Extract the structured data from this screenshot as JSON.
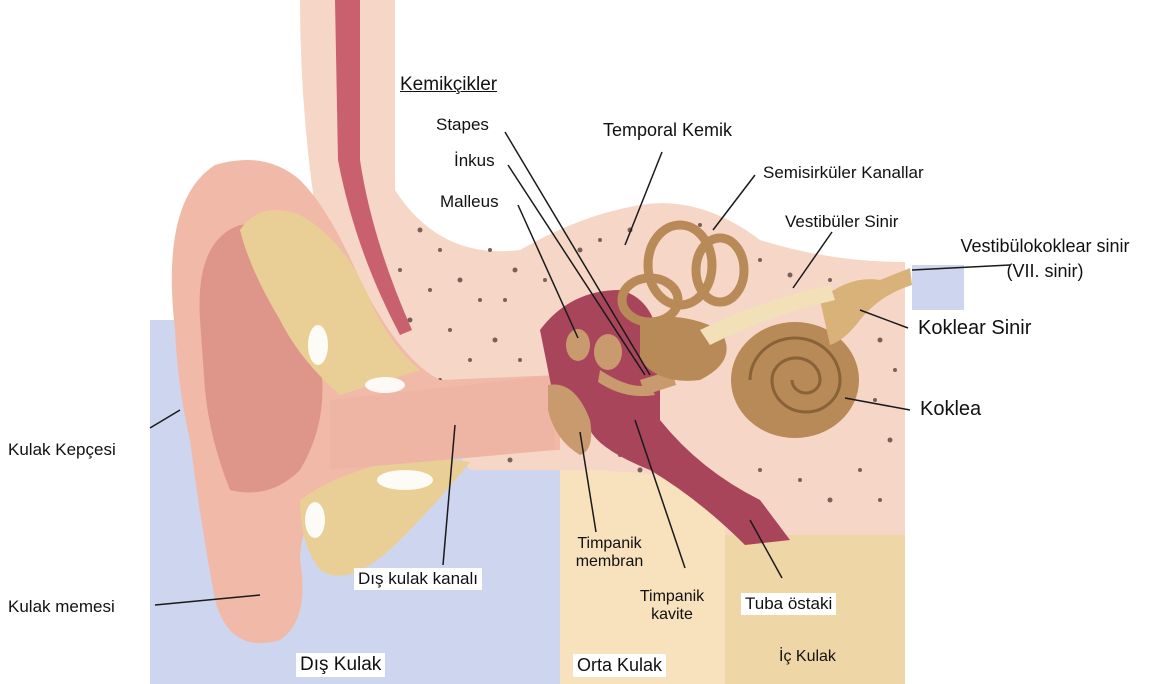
{
  "labels": {
    "kemikcikler": "Kemikçikler",
    "stapes": "Stapes",
    "inkus": "İnkus",
    "malleus": "Malleus",
    "temporal_kemik": "Temporal Kemik",
    "semisirkuler": "Semisirküler Kanallar",
    "vestibuler_sinir": "Vestibüler Sinir",
    "vestibulokoklear_1": "Vestibülokoklear sinir",
    "vestibulokoklear_2": "(VII. sinir)",
    "koklear_sinir": "Koklear Sinir",
    "koklea": "Koklea",
    "kulak_kepcesi": "Kulak Kepçesi",
    "kulak_memesi": "Kulak memesi",
    "dis_kulak_kanali": "Dış kulak kanalı",
    "timpanik_membran_1": "Timpanik",
    "timpanik_membran_2": "membran",
    "timpanik_kavite_1": "Timpanik",
    "timpanik_kavite_2": "kavite",
    "tuba_ostaki": "Tuba östaki",
    "dis_kulak": "Dış Kulak",
    "orta_kulak": "Orta Kulak",
    "ic_kulak": "İç Kulak"
  },
  "colors": {
    "outer_region": "#cdd6ee",
    "middle_region": "#f7e2bd",
    "inner_region": "#efd6a6",
    "skin": "#f1b9a8",
    "skin_dark": "#d88b80",
    "bone": "#f6d6c6",
    "cartilage": "#e9cf95",
    "ossicle": "#c89a6e",
    "cochlea": "#b88a58",
    "cavity": "#a8455a",
    "leader": "#1a1a1a"
  }
}
